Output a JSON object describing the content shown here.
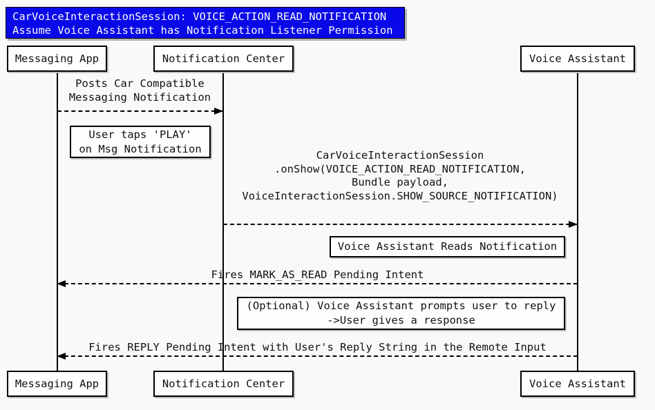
{
  "title": {
    "line1": "CarVoiceInteractionSession: VOICE_ACTION_READ_NOTIFICATION",
    "line2": "Assume Voice Assistant has Notification Listener Permission"
  },
  "actors": [
    {
      "id": "messaging-app",
      "label": "Messaging App"
    },
    {
      "id": "notification-center",
      "label": "Notification Center"
    },
    {
      "id": "voice-assistant",
      "label": "Voice Assistant"
    }
  ],
  "messages": [
    {
      "from": "Messaging App",
      "to": "Notification Center",
      "direction": "right",
      "style": "dashed",
      "lines": [
        "Posts Car Compatible",
        "Messaging Notification"
      ]
    },
    {
      "from": "Notification Center",
      "to": "Voice Assistant",
      "direction": "right",
      "style": "dashed",
      "lines": [
        "CarVoiceInteractionSession",
        ".onShow(VOICE_ACTION_READ_NOTIFICATION,",
        "Bundle payload,",
        "VoiceInteractionSession.SHOW_SOURCE_NOTIFICATION)"
      ]
    },
    {
      "from": "Voice Assistant",
      "to": "Messaging App",
      "direction": "left",
      "style": "dashed",
      "lines": [
        "Fires MARK_AS_READ Pending Intent"
      ]
    },
    {
      "from": "Voice Assistant",
      "to": "Messaging App",
      "direction": "left",
      "style": "dashed",
      "lines": [
        "Fires REPLY Pending Intent with User's Reply String in the Remote Input"
      ]
    }
  ],
  "notes": [
    {
      "lines": [
        "User taps 'PLAY'",
        "on Msg Notification"
      ]
    },
    {
      "lines": [
        "Voice Assistant Reads Notification"
      ]
    },
    {
      "lines": [
        "(Optional) Voice Assistant prompts user to reply",
        "->User gives a response"
      ]
    }
  ],
  "colors": {
    "page_bg": "#f9f9f9",
    "title_bg": "#0808e8",
    "title_text": "#fdfdfd",
    "box_bg": "#fefefe",
    "line": "#000000"
  }
}
